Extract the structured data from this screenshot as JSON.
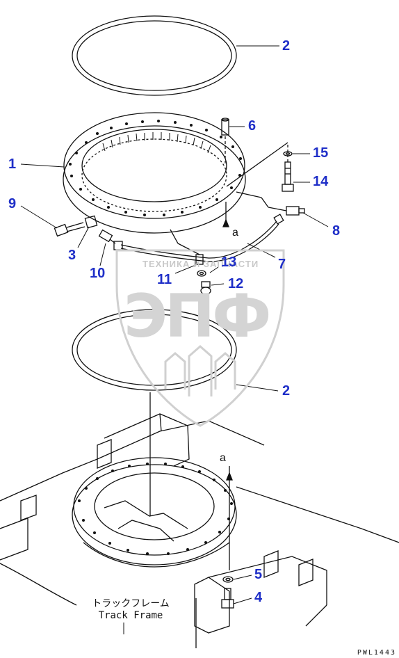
{
  "callouts": {
    "c1": "1",
    "c2_top": "2",
    "c2_bottom": "2",
    "c3": "3",
    "c4": "4",
    "c5": "5",
    "c6": "6",
    "c7": "7",
    "c8": "8",
    "c9": "9",
    "c10": "10",
    "c11": "11",
    "c12": "12",
    "c13": "13",
    "c14": "14",
    "c15": "15"
  },
  "reference_letters": {
    "upper": "a",
    "lower": "a"
  },
  "track_frame": {
    "japanese": "トラックフレーム",
    "english": "Track Frame"
  },
  "drawing_code": "PWL1443",
  "watermark": {
    "top_text": "ТЕХНИКА И ЗАПЧАСТИ",
    "logo_text": "ЭПФ"
  },
  "colors": {
    "callout": "#1f2fc8",
    "line": "#111111",
    "watermark": "#d0d0d0"
  }
}
